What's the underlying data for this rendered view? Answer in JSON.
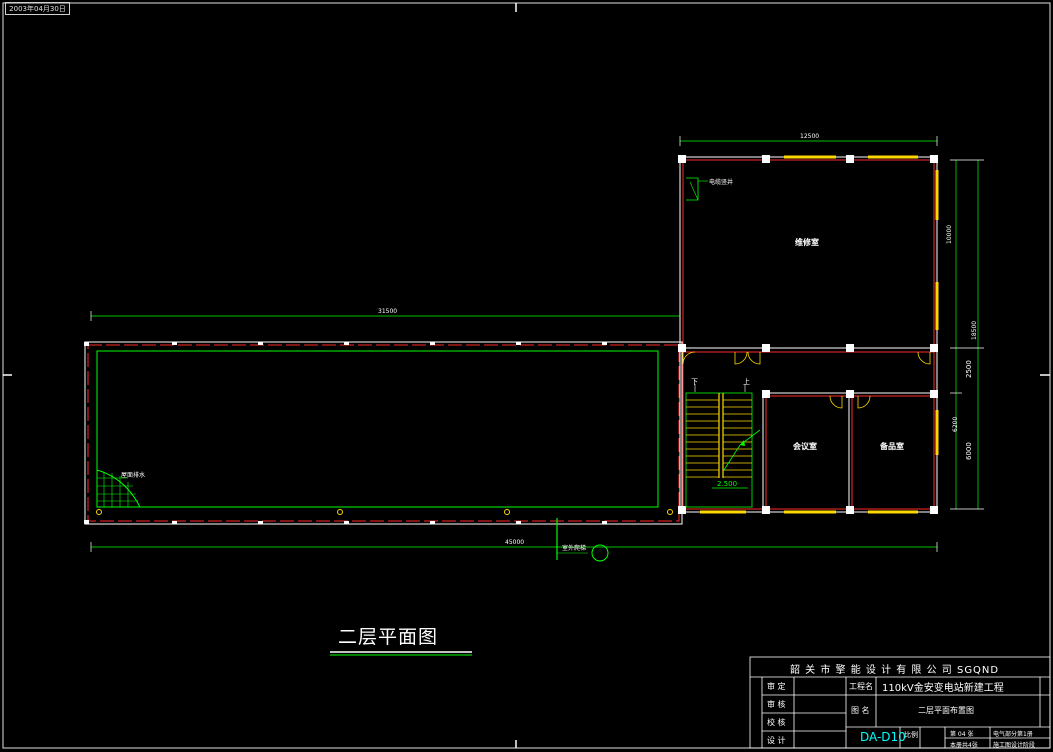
{
  "stamp": "2003年04月30日",
  "plan_title": "二层平面图",
  "dimensions": {
    "top_east": "12500",
    "west_long": "31500",
    "bottom_total": "45000",
    "right_upper": "10000",
    "right_total": "18500",
    "right_mid": "2500",
    "right_lower": "6000",
    "right_lower_inner": "6200"
  },
  "rooms": {
    "maintenance": "维修室",
    "meeting": "会议室",
    "spare": "备品室"
  },
  "labels": {
    "cable_well": "电缆竖井",
    "roof_drain": "屋面排水",
    "down": "下",
    "up": "上",
    "level": "2.500",
    "outdoor_ladder": "室外爬梯"
  },
  "title_block": {
    "company": "韶 关 市 擎 能 设 计 有 限 公 司   SGQND",
    "project_label": "工程名",
    "project_name": "110kV金安变电站新建工程",
    "drawing_label": "图 名",
    "drawing_name": "二层平面布置图",
    "approve_label": "审 定",
    "review_label": "审 核",
    "check_label": "校 核",
    "design_label": "设 计",
    "drawing_no": "DA-D10",
    "scale_label": "比例",
    "sheet_info": "第 04 张",
    "volume_info": "电气部分第1册",
    "total_info": "本册共4张",
    "dept_info": "施工图设计阶段"
  }
}
